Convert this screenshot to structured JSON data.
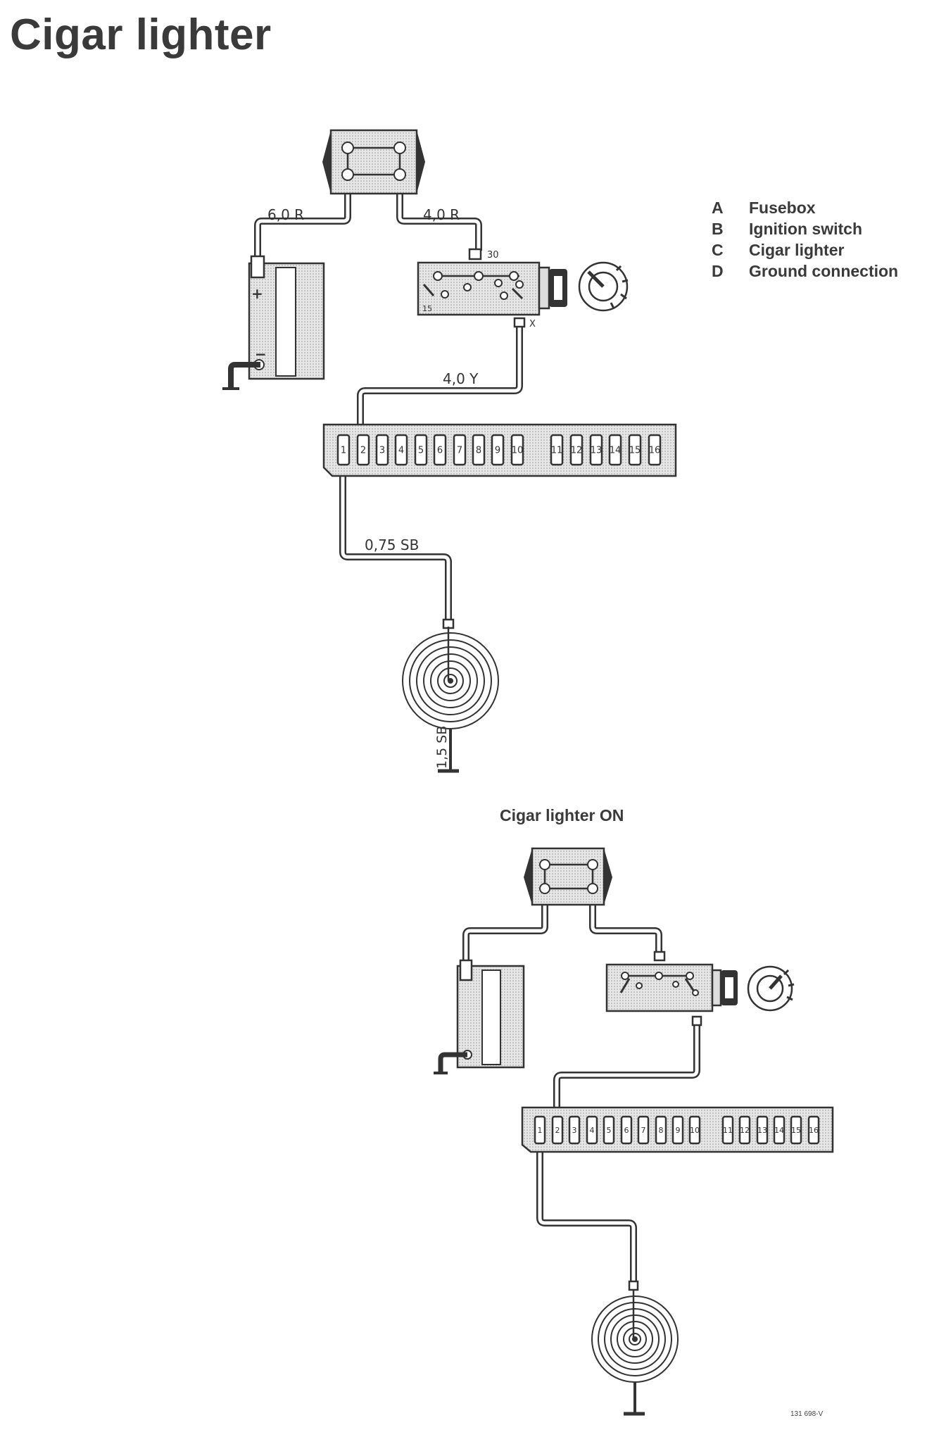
{
  "title": "Cigar lighter",
  "subtitle": "Cigar lighter ON",
  "legend": [
    {
      "key": "A",
      "label": "Fusebox"
    },
    {
      "key": "B",
      "label": "Ignition switch"
    },
    {
      "key": "C",
      "label": "Cigar lighter"
    },
    {
      "key": "D",
      "label": "Ground connection"
    }
  ],
  "wire_labels": {
    "battery_to_connector": "6,0 R",
    "connector_to_switch": "4,0 R",
    "switch_to_fusebox": "4,0 Y",
    "fusebox_to_lighter": "0,75 SB",
    "lighter_to_ground": "1,5 SB"
  },
  "terminals": {
    "switch_30": "30",
    "switch_15": "15",
    "switch_x": "X"
  },
  "battery_terminals": {
    "positive": "+",
    "negative": "−"
  },
  "fuse_numbers": [
    "1",
    "2",
    "3",
    "4",
    "5",
    "6",
    "7",
    "8",
    "9",
    "10",
    "11",
    "12",
    "13",
    "14",
    "15",
    "16"
  ],
  "figure_number": "131 698-V"
}
